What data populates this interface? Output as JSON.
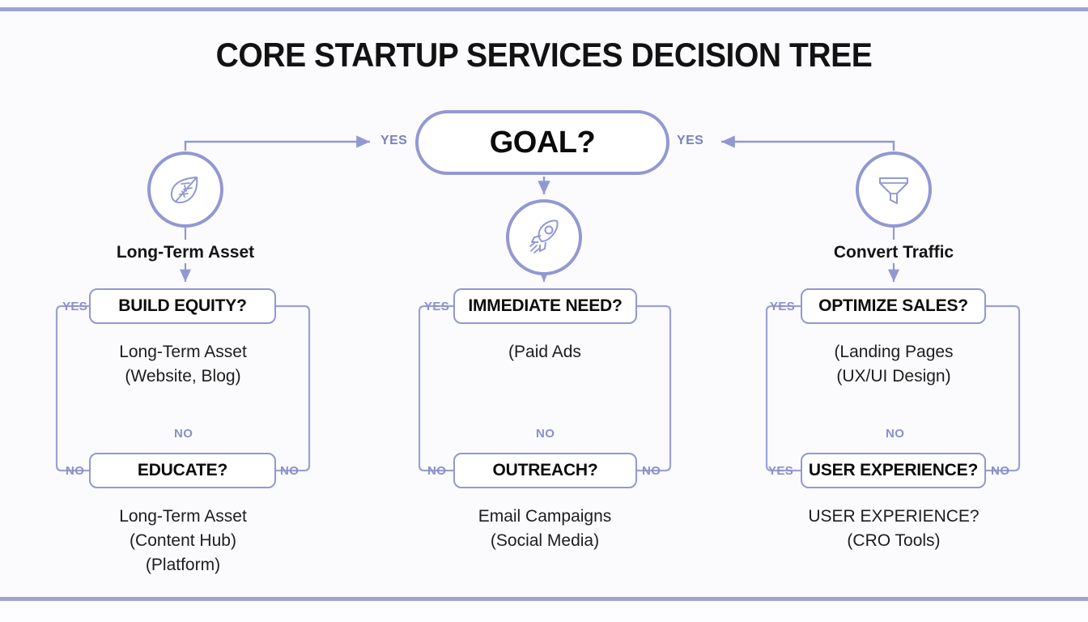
{
  "page": {
    "title": "CORE STARTUP SERVICES DECISION TREE",
    "accent_color": "#9298d2",
    "label_color": "#8a90c9",
    "text_color": "#121212",
    "background": "#fbfbfe"
  },
  "root": {
    "label": "GOAL?",
    "left_edge_label": "YES",
    "right_edge_label": "YES"
  },
  "columns": [
    {
      "id": "long-term-asset",
      "icon": "leaf-icon",
      "branch_label": "Long-Term Asset",
      "top_node": {
        "label": "BUILD EQUITY?",
        "body_lines": [
          "Long-Term Asset",
          "(Website, Blog)"
        ],
        "left_label": "YES",
        "right_label": ""
      },
      "middle_label": "NO",
      "bottom_node": {
        "label": "EDUCATE?",
        "body_lines": [
          "Long-Term Asset",
          "(Content Hub)",
          "(Platform)"
        ],
        "left_label": "NO",
        "right_label": "NO"
      }
    },
    {
      "id": "immediate-need",
      "icon": "rocket-icon",
      "branch_label": "",
      "top_node": {
        "label": "IMMEDIATE NEED?",
        "body_lines": [
          "(Paid Ads"
        ],
        "left_label": "YES",
        "right_label": ""
      },
      "middle_label": "NO",
      "bottom_node": {
        "label": "OUTREACH?",
        "body_lines": [
          "Email Campaigns",
          "(Social Media)"
        ],
        "left_label": "NO",
        "right_label": "NO"
      }
    },
    {
      "id": "convert-traffic",
      "icon": "funnel-icon",
      "branch_label": "Convert Traffic",
      "top_node": {
        "label": "OPTIMIZE SALES?",
        "body_lines": [
          "(Landing Pages",
          "(UX/UI Design)"
        ],
        "left_label": "YES",
        "right_label": ""
      },
      "middle_label": "NO",
      "bottom_node": {
        "label": "USER EXPERIENCE?",
        "body_lines": [
          "USER EXPERIENCE?",
          "(CRO Tools)"
        ],
        "left_label": "YES",
        "right_label": "NO"
      }
    }
  ]
}
